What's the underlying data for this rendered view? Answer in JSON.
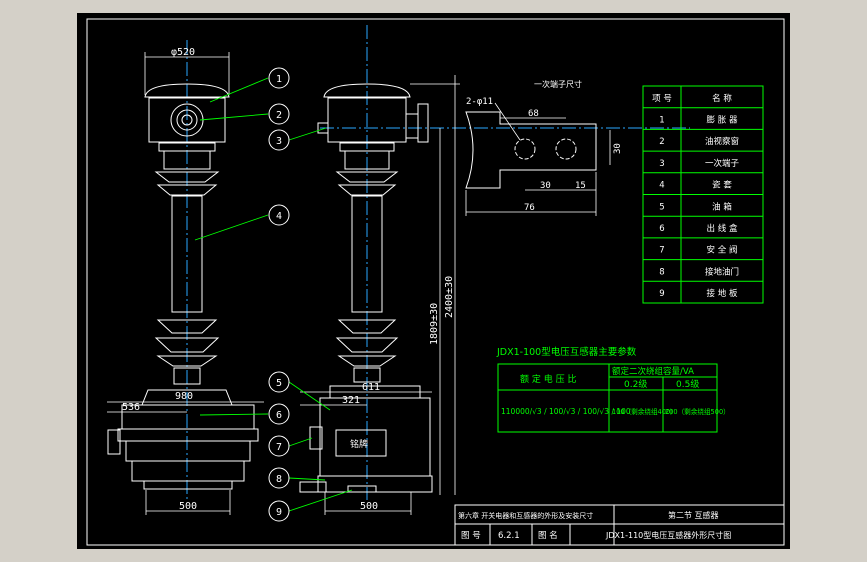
{
  "colors": {
    "canvas": "#000000",
    "frame": "#ffffff",
    "part": "#ffffff",
    "center": "#2aa8ff",
    "leader": "#00ff00",
    "dim": "#ffffff",
    "table": "#00ff00",
    "tableText": "#00ff00",
    "titleText": "#ffffff",
    "chrome": "#d4d0c8"
  },
  "dims": {
    "flange_dia": "φ520",
    "base_width_left": "980",
    "offset_left": "536",
    "base_bottom_left": "500",
    "base_width_right": "611",
    "offset_right": "321",
    "base_bottom_right": "500",
    "height_upper": "1809±30",
    "height_total": "2400±30"
  },
  "callouts": [
    "1",
    "2",
    "3",
    "4",
    "5",
    "6",
    "7",
    "8",
    "9"
  ],
  "nameplate": "铭牌",
  "terminal": {
    "title": "一次端子尺寸",
    "hole": "2-φ11",
    "dim_68": "68",
    "dim_30": "30",
    "dim_15": "15",
    "dim_76": "76",
    "dim_30v": "30"
  },
  "parts_table": {
    "headers": [
      "项 号",
      "名 称"
    ],
    "rows": [
      [
        "1",
        "膨 胀 器"
      ],
      [
        "2",
        "油视察窗"
      ],
      [
        "3",
        "一次端子"
      ],
      [
        "4",
        "瓷 套"
      ],
      [
        "5",
        "油 箱"
      ],
      [
        "6",
        "出 线 盒"
      ],
      [
        "7",
        "安 全 阀"
      ],
      [
        "8",
        "接地油门"
      ],
      [
        "9",
        "接 地 板"
      ]
    ]
  },
  "params": {
    "title": "JDX1-100型电压互感器主要参数",
    "col1_header": "额 定 电 压 比",
    "col2_header": "额定二次绕组容量/VA",
    "class1": "0.2级",
    "class2": "0.5级",
    "ratio": "110000/√3 / 100/√3 / 100/√3 / 100",
    "v1": "100（剩余绕组400）",
    "v2": "200（剩余绕组500）"
  },
  "title_block": {
    "chapter": "第六章 开关电器和互感器的外形及安装尺寸",
    "section": "第二节 互感器",
    "drawing_no_label": "图 号",
    "drawing_no": "6.2.1",
    "name_label": "图 名",
    "name": "JDX1-110型电压互感器外形尺寸图"
  }
}
